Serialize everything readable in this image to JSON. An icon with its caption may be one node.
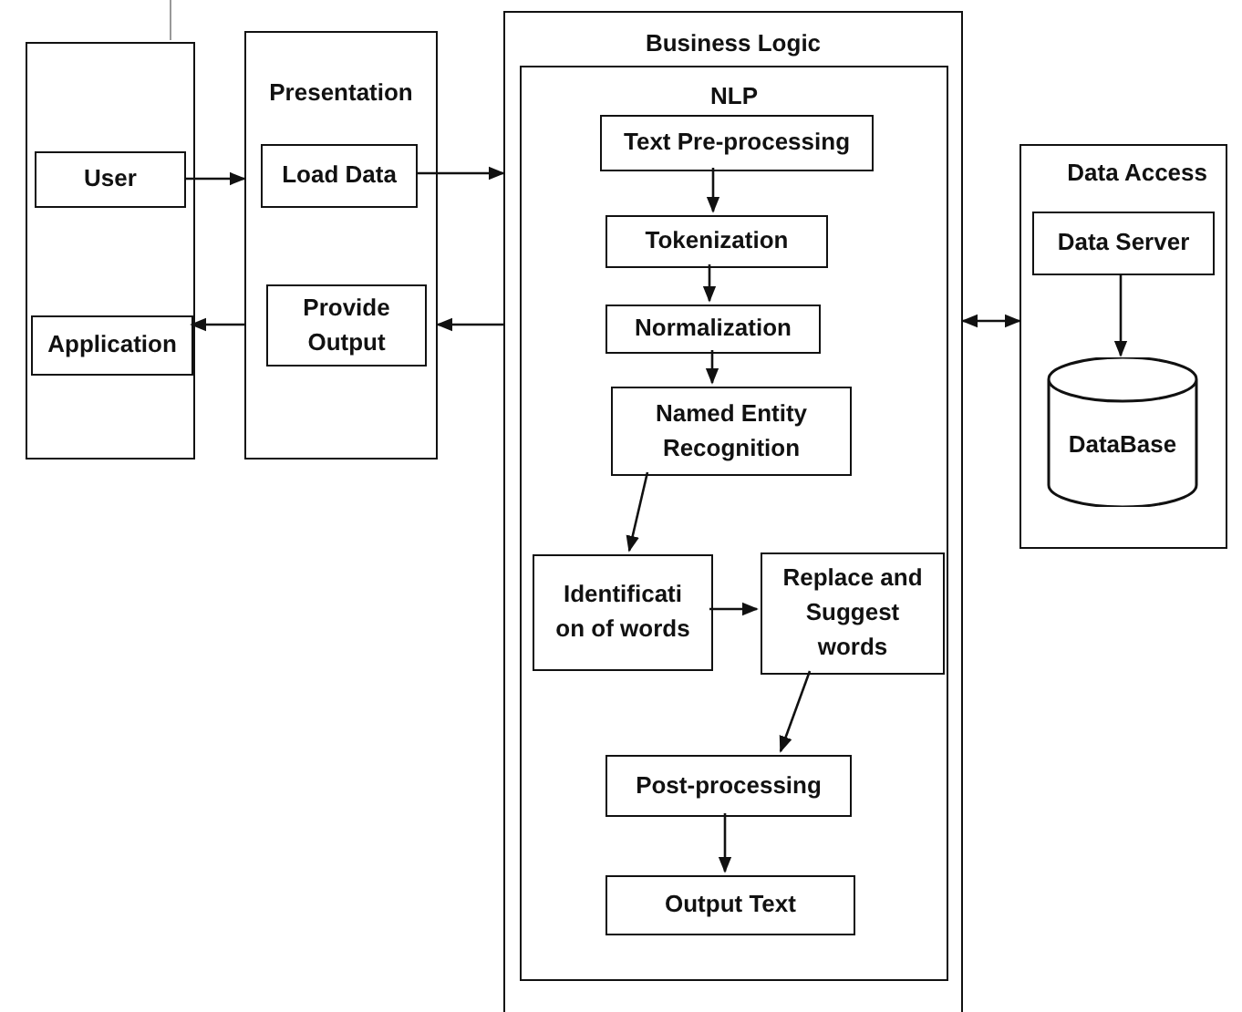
{
  "diagram": {
    "nodes": [
      {
        "text": [],
        "shape": "box"
      },
      {
        "text": [
          "User"
        ],
        "in": 0
      },
      {
        "text": [
          "Application"
        ],
        "in": 0
      },
      {
        "text": [
          "Presentation"
        ]
      },
      {
        "text": [
          "Load Data"
        ],
        "in": 3
      },
      {
        "text": [
          "Provide Output"
        ],
        "in": 3
      },
      {
        "text": [
          "Business Logic"
        ]
      },
      {
        "text": [
          "NLP"
        ],
        "in": 6
      },
      {
        "text": [
          "Text Pre-processing"
        ],
        "in": 7
      },
      {
        "text": [
          "Tokenization"
        ],
        "in": 7
      },
      {
        "text": [
          "Normalization"
        ],
        "in": 7
      },
      {
        "text": [
          "Named Entity Recognition"
        ],
        "in": 7
      },
      {
        "text": [
          "Identificati on of words"
        ],
        "in": 7
      },
      {
        "text": [
          "Replace and Suggest words"
        ],
        "in": 7
      },
      {
        "text": [
          "Post-processing"
        ],
        "in": 7
      },
      {
        "text": [
          "Output Text"
        ],
        "in": 7
      },
      {
        "text": [
          "Data Access"
        ]
      },
      {
        "text": [
          "Data Server"
        ],
        "in": 16
      },
      {
        "text": [
          "DataBase"
        ],
        "in": 16
      }
    ],
    "edges": [
      {
        "from": 1,
        "to": 3,
        "arrow": "to"
      },
      {
        "from": 4,
        "to": 6,
        "arrow": "to"
      },
      {
        "from": 6,
        "to": 3,
        "arrow": "to"
      },
      {
        "from": 3,
        "to": 2,
        "arrow": "to"
      },
      {
        "from": 6,
        "to": 16,
        "arrow": "both"
      },
      {
        "from": 17,
        "to": 18,
        "arrow": "to"
      },
      {
        "from": 8,
        "to": 9,
        "arrow": "to"
      },
      {
        "from": 9,
        "to": 10,
        "arrow": "to"
      },
      {
        "from": 10,
        "to": 11,
        "arrow": "to"
      },
      {
        "from": 11,
        "to": 12,
        "arrow": "to"
      },
      {
        "from": 12,
        "to": 13,
        "arrow": "to"
      },
      {
        "from": 13,
        "to": 14,
        "arrow": "to"
      },
      {
        "from": 14,
        "to": 15,
        "arrow": "to"
      }
    ]
  }
}
